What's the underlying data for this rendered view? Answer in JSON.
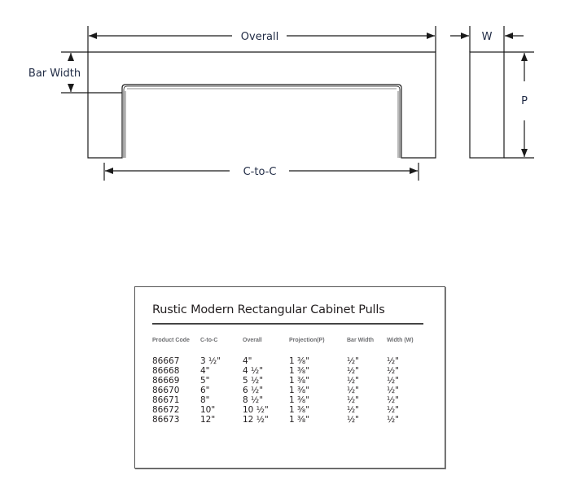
{
  "diagram": {
    "labels": {
      "overall": "Overall",
      "bar_width": "Bar Width",
      "c_to_c": "C-to-C",
      "width": "W",
      "projection": "P"
    },
    "colors": {
      "line": "#1a1a1a",
      "label": "#1f2a44"
    }
  },
  "spec_table": {
    "title": "Rustic Modern Rectangular Cabinet Pulls",
    "headers": [
      "Product Code",
      "C-to-C",
      "Overall",
      "Projection(P)",
      "Bar Width",
      "Width (W)"
    ],
    "rows": [
      [
        "86667",
        "3 ½\"",
        "4\"",
        "1 ⅜\"",
        "½\"",
        "½\""
      ],
      [
        "86668",
        "4\"",
        "4 ½\"",
        "1 ⅜\"",
        "½\"",
        "½\""
      ],
      [
        "86669",
        "5\"",
        "5 ½\"",
        "1 ⅜\"",
        "½\"",
        "½\""
      ],
      [
        "86670",
        "6\"",
        "6 ½\"",
        "1 ⅜\"",
        "½\"",
        "½\""
      ],
      [
        "86671",
        "8\"",
        "8 ½\"",
        "1 ⅜\"",
        "½\"",
        "½\""
      ],
      [
        "86672",
        "10\"",
        "10 ½\"",
        "1 ⅜\"",
        "½\"",
        "½\""
      ],
      [
        "86673",
        "12\"",
        "12 ½\"",
        "1 ⅜\"",
        "½\"",
        "½\""
      ]
    ]
  }
}
